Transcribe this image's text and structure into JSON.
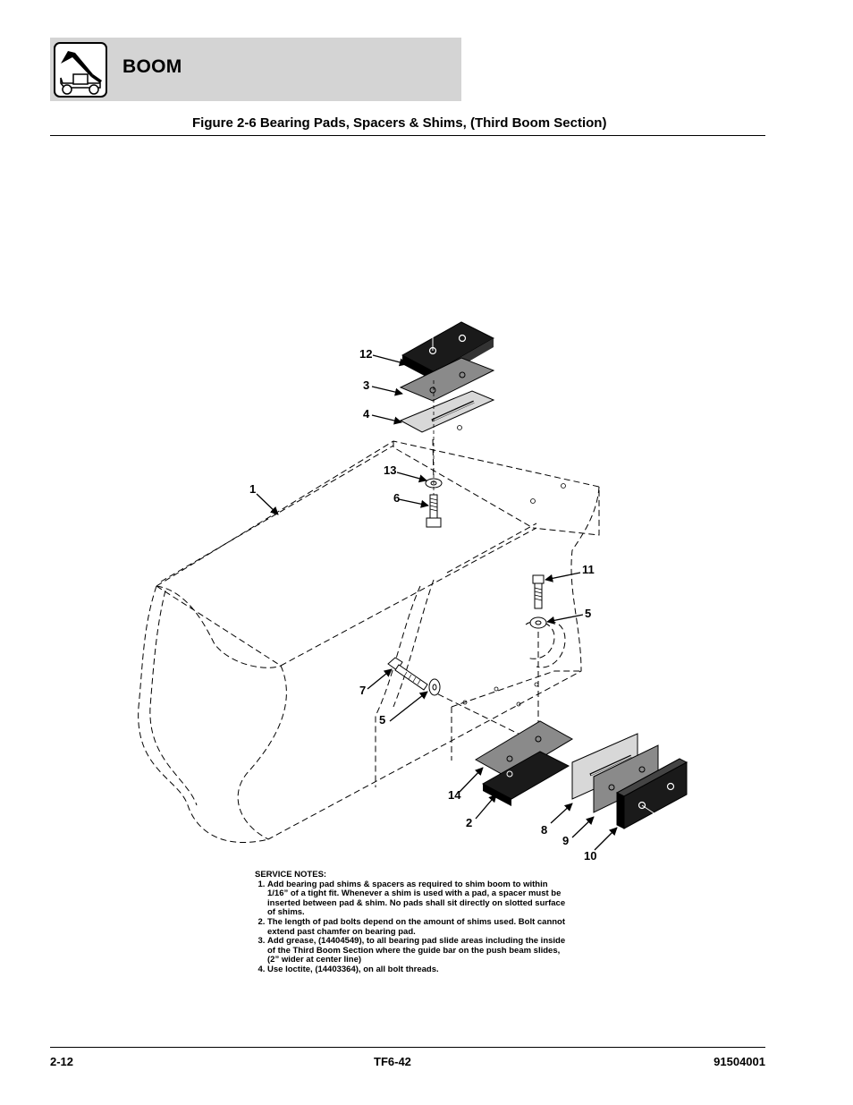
{
  "header": {
    "section_title": "BOOM",
    "logo_icon": "telehandler-icon",
    "band_color": "#d4d4d4"
  },
  "figure": {
    "title": "Figure 2-6 Bearing Pads, Spacers & Shims, (Third Boom Section)"
  },
  "callouts": {
    "c12": "12",
    "c3": "3",
    "c4": "4",
    "c13": "13",
    "c1": "1",
    "c6": "6",
    "c11": "11",
    "c5a": "5",
    "c7": "7",
    "c5b": "5",
    "c14": "14",
    "c2": "2",
    "c8": "8",
    "c9": "9",
    "c10": "10"
  },
  "notes": {
    "heading": "SERVICE NOTES:",
    "items": [
      "Add bearing pad shims & spacers as required to shim boom to within 1/16” of a tight fit. Whenever a shim is used with a pad, a spacer must be inserted between pad & shim. No pads shall sit directly on slotted surface of shims.",
      "The length of pad bolts depend on the amount of shims used. Bolt cannot extend past chamfer on bearing pad.",
      "Add grease, (14404549), to all bearing pad slide areas including the inside of the Third Boom Section where the guide bar on the push beam slides, (2” wider at center line)",
      "Use loctite, (14403364), on all bolt threads."
    ]
  },
  "footer": {
    "page_number": "2-12",
    "model": "TF6-42",
    "doc_number": "91504001"
  }
}
